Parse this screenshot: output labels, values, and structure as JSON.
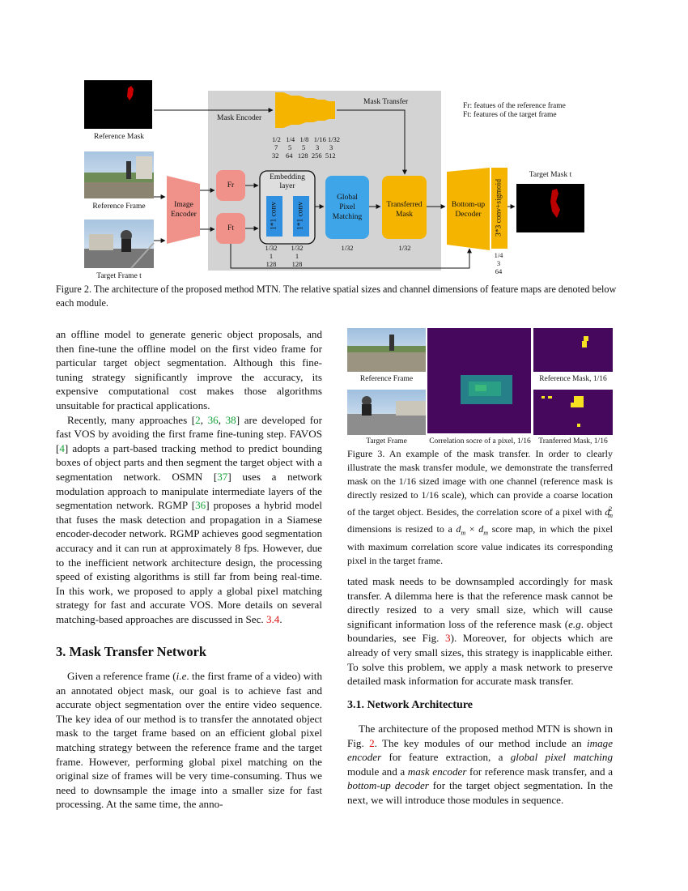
{
  "figure2": {
    "labels": {
      "reference_mask": "Reference Mask",
      "reference_frame": "Reference Frame",
      "target_frame": "Target Frame t",
      "image_encoder_1": "Image",
      "image_encoder_2": "Encoder",
      "fr": "Fr",
      "ft": "Ft",
      "mask_encoder": "Mask Encoder",
      "mask_transfer": "Mask Transfer",
      "embedding_1": "Embedding",
      "embedding_2": "layer",
      "conv1": "1*1 conv",
      "conv2": "1*1 conv",
      "gpm_1": "Global",
      "gpm_2": "Pixel",
      "gpm_3": "Matching",
      "tm_1": "Transferred",
      "tm_2": "Mask",
      "bud_1": "Bottom-up",
      "bud_2": "Decoder",
      "conv_sigmoid": "3*3 conv+sigmoid",
      "target_mask": "Target Mask t",
      "legend_fr": "Fr: featues of the reference frame",
      "legend_ft": "Ft: features of the target frame"
    },
    "mask_encoder_sizes": {
      "row1": "1/2   1/4   1/8   1/16 1/32",
      "row2": "7      5      5      3      3",
      "row3": "32    64   128  256  512"
    },
    "emb_sizes_1": {
      "row1": "1/32",
      "row2": "1",
      "row3": "128"
    },
    "emb_sizes_2": {
      "row1": "1/32",
      "row2": "1",
      "row3": "128"
    },
    "gpm_size": "1/32",
    "tm_size": "1/32",
    "decoder_sizes": {
      "row1": "1/4",
      "row2": "3",
      "row3": "64"
    },
    "caption": "Figure 2. The architecture of the proposed method MTN. The relative spatial sizes and channel dimensions of feature maps are denoted below each module."
  },
  "figure3": {
    "labels": {
      "ref_frame": "Reference Frame",
      "target_frame": "Target Frame",
      "corr": "Correlation socre of a pixel, 1/16",
      "ref_mask": "Reference Mask, 1/16",
      "transferred": "Tranferred Mask, 1/16"
    },
    "caption_start": "Figure 3. An example of the mask transfer. In order to clearly illustrate the mask transfer module, we demonstrate the transferred mask on the 1/16 sized image with one channel (reference mask is directly resized to 1/16 scale), which can provide a coarse location of the target object. Besides, the correlation score of a pixel with ",
    "caption_math1": "d",
    "caption_math1_sub": "m",
    "caption_math1_sup": "2",
    "caption_mid": " dimensions is resized to a ",
    "caption_math2": "d",
    "caption_math2_sub": "m",
    "caption_times": " × ",
    "caption_math3": "d",
    "caption_math3_sub": "m",
    "caption_end": " score map, in which the pixel with maximum correlation score value indicates its corresponding pixel in the target frame."
  },
  "left_column": {
    "p1": "an offline model to generate generic object proposals, and then fine-tune the offline model on the first video frame for particular target object segmentation. Although this fine-tuning strategy significantly improve the accuracy, its expensive computational cost makes those algorithms unsuitable for practical applications.",
    "p2_a": "Recently, many approaches  [",
    "cite_2": "2",
    "sep1": ", ",
    "cite_36a": "36",
    "sep2": ", ",
    "cite_38": "38",
    "p2_b": "] are developed for fast VOS by avoiding the first frame fine-tuning step. FAVOS [",
    "cite_4": "4",
    "p2_c": "] adopts a part-based tracking method to predict bounding boxes of object parts and then segment the target object with a segmentation network. OSMN [",
    "cite_37": "37",
    "p2_d": "] uses a network modulation approach to manipulate intermediate layers of the segmentation network. RGMP [",
    "cite_36b": "36",
    "p2_e": "] proposes a hybrid model that fuses the mask detection and propagation in a Siamese encoder-decoder network. RGMP achieves good segmentation accuracy and it can run at approximately 8 fps. However, due to the inefficient network architecture design, the processing speed of existing algorithms is still far from being real-time. In this work, we proposed to apply a global pixel matching strategy for fast and accurate VOS. More details on several matching-based approaches are discussed in Sec. ",
    "ref_34": "3.4",
    "p2_f": ".",
    "section_title": "3. Mask Transfer Network",
    "p3_a": "Given a reference frame (",
    "p3_ie": "i.e",
    "p3_b": ". the first frame of a video) with an annotated object mask, our goal is to achieve fast and accurate object segmentation over the entire video sequence. The key idea of our method is to transfer the annotated object mask to the target frame based on an efficient global pixel matching strategy between the reference frame and the target frame. However, performing global pixel matching on the original size of frames will be very time-consuming. Thus we need to downsample the image into a smaller size for fast processing. At the same time, the anno-"
  },
  "right_column": {
    "p1_a": "tated mask needs to be downsampled accordingly for mask transfer. A dilemma here is that the reference mask cannot be directly resized to a very small size, which will cause significant information loss of the reference mask (",
    "p1_eg": "e.g",
    "p1_b": ". object boundaries, see Fig. ",
    "fig3_ref": "3",
    "p1_c": "). Moreover, for objects which are already of very small sizes, this strategy is inapplicable either. To solve this problem, we apply a mask network to preserve detailed mask information for accurate mask transfer.",
    "subsection_title": "3.1. Network Architecture",
    "p2_a": "The architecture of the proposed method MTN is shown in Fig. ",
    "fig2_ref": "2",
    "p2_b": ". The key modules of our method include an ",
    "p2_ie": "image encoder",
    "p2_c": " for feature extraction, a ",
    "p2_gpm": "global pixel matching",
    "p2_d": " module and a ",
    "p2_me": "mask encoder",
    "p2_e": " for reference mask transfer, and a ",
    "p2_bud": "bottom-up decoder",
    "p2_f": " for the target object segmentation. In the next, we will introduce those modules in sequence."
  }
}
